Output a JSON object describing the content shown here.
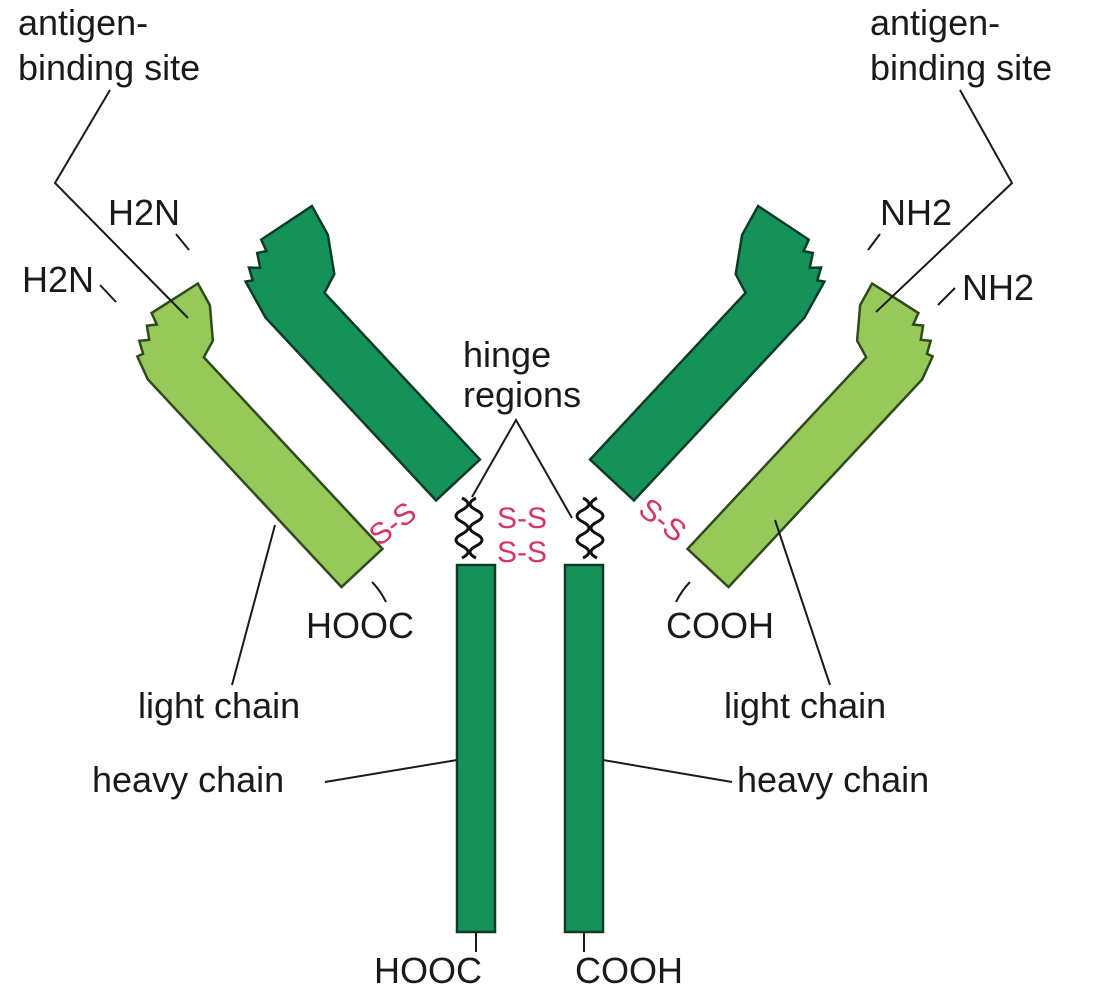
{
  "labels": {
    "antigen_site_left_line1": "antigen-",
    "antigen_site_left_line2": "binding site",
    "antigen_site_right_line1": "antigen-",
    "antigen_site_right_line2": "binding site",
    "hinge_line1": "hinge",
    "hinge_line2": "regions",
    "light_chain_left": "light chain",
    "light_chain_right": "light chain",
    "heavy_chain_left": "heavy chain",
    "heavy_chain_right": "heavy chain",
    "h2n_heavy_left": "H2N",
    "h2n_light_left": "H2N",
    "nh2_heavy_right": "NH2",
    "nh2_light_right": "NH2",
    "hooc_light_left": "HOOC",
    "cooh_light_right": "COOH",
    "hooc_heavy_bottom": "HOOC",
    "cooh_heavy_bottom": "COOH",
    "disulfide": "S-S"
  },
  "colors": {
    "heavy_chain": "#14925a",
    "light_chain": "#97c95a",
    "disulfide_bond": "#d6336c"
  }
}
